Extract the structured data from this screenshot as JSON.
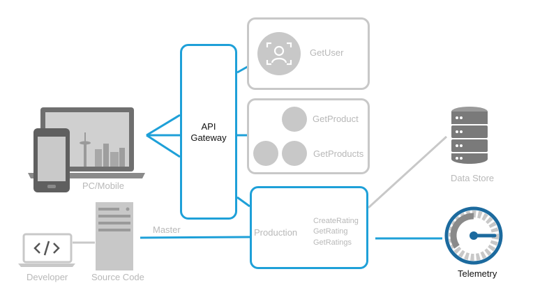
{
  "gateway": {
    "line1": "API",
    "line2": "Gateway"
  },
  "services": {
    "get_user": "GetUser",
    "get_product": "GetProduct",
    "get_products": "GetProducts"
  },
  "production": {
    "title": "Production",
    "ops": [
      "CreateRating",
      "GetRating",
      "GetRatings"
    ]
  },
  "labels": {
    "pc_mobile": "PC/Mobile",
    "data_store": "Data Store",
    "telemetry": "Telemetry",
    "developer": "Developer",
    "source_code": "Source Code",
    "master": "Master"
  },
  "colors": {
    "accent": "#1ea0d8",
    "muted": "#c8c8c8",
    "dark_blue": "#1c6a9e"
  }
}
